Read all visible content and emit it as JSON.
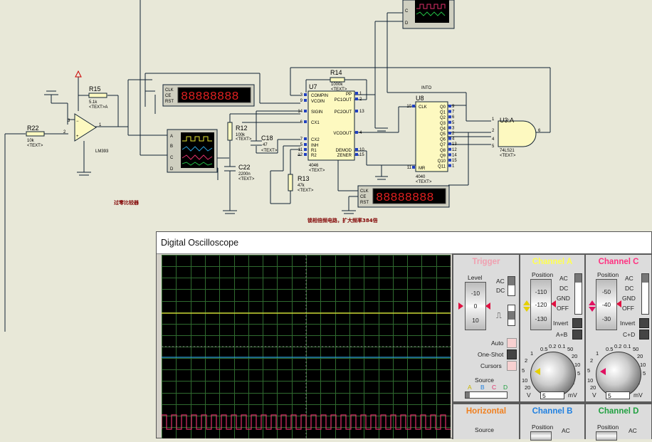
{
  "schematic": {
    "components": {
      "r22": {
        "ref": "R22",
        "value": "10k",
        "text": "<TEXT>"
      },
      "r15": {
        "ref": "R15",
        "value": "5.1k",
        "text": "<TEXT>A"
      },
      "u2": {
        "pin_plus": "3",
        "pin_minus": "2",
        "pin_out": "1",
        "part": "LM393"
      },
      "r12": {
        "ref": "R12",
        "value": "100k",
        "text": "<TEXT>"
      },
      "c18": {
        "ref": "C18",
        "value": "47",
        "text": "<TEXT>"
      },
      "c22": {
        "ref": "C22",
        "value": "2200n",
        "text": "<TEXT>"
      },
      "r13": {
        "ref": "R13",
        "value": "47k",
        "text": "<TEXT>"
      },
      "r14": {
        "ref": "R14",
        "value": "1000k",
        "text": "<TEXT>"
      },
      "u7": {
        "ref": "U7",
        "part": "4046",
        "text": "<TEXT>",
        "left_pins": [
          "COMPIN",
          "VCOIN",
          "SIGIN",
          "CX1",
          "CX2",
          "INH",
          "R1",
          "R2"
        ],
        "left_nums": [
          "3",
          "9",
          "14",
          "6",
          "7",
          "5",
          "11",
          "12"
        ],
        "right_pins": [
          "PP",
          "PC1OUT",
          "PC2OUT",
          "VCOOUT",
          "DEMOD",
          "ZENER"
        ],
        "right_nums": [
          "1",
          "2",
          "13",
          "4",
          "10",
          "15"
        ]
      },
      "u8": {
        "ref": "U8",
        "part": "4040",
        "text": "<TEXT>",
        "left_pins": [
          "CLK",
          "MR"
        ],
        "left_nums": [
          "10",
          "11"
        ],
        "right_pins": [
          "Q0",
          "Q1",
          "Q2",
          "Q3",
          "Q4",
          "Q5",
          "Q6",
          "Q7",
          "Q8",
          "Q9",
          "Q10",
          "Q11"
        ],
        "right_nums": [
          "9",
          "7",
          "6",
          "5",
          "3",
          "2",
          "4",
          "13",
          "12",
          "14",
          "15",
          "1"
        ]
      },
      "u3": {
        "ref": "U3:A",
        "part": "74LS21",
        "text": "<TEXT>",
        "pins": [
          "1",
          "2",
          "4",
          "5",
          "6"
        ]
      },
      "counter_labels": [
        "CLK",
        "CE",
        "RST"
      ],
      "scope_mini_labels": [
        "A",
        "B",
        "C",
        "D"
      ],
      "into": "INTO"
    },
    "notes": {
      "comparator": "过零比较器",
      "pll": "锁相倍频电路，扩大频率384倍"
    },
    "display": {
      "digits": "88888888"
    }
  },
  "oscilloscope": {
    "title": "Digital Oscilloscope",
    "trigger": {
      "header": "Trigger",
      "level_label": "Level",
      "level_ticks": [
        "-10",
        "0",
        "10"
      ],
      "ac": "AC",
      "dc": "DC",
      "auto": "Auto",
      "one_shot": "One-Shot",
      "cursors": "Cursors",
      "source_label": "Source",
      "source_options": [
        "A",
        "B",
        "C",
        "D"
      ]
    },
    "channel_a": {
      "header": "Channel A",
      "position_label": "Position",
      "position_ticks": [
        "-110",
        "-120",
        "-130"
      ],
      "coupling": [
        "AC",
        "DC",
        "GND",
        "OFF"
      ],
      "invert": "Invert",
      "math": "A+B",
      "dial_labels": [
        "0.5",
        "0.2",
        "0.1",
        "1",
        "50",
        "2",
        "20",
        "5",
        "10",
        "10",
        "5",
        "20",
        "2"
      ],
      "units": [
        "V",
        "mV"
      ],
      "value": "5"
    },
    "channel_c": {
      "header": "Channel C",
      "position_label": "Position",
      "position_ticks": [
        "-50",
        "-40",
        "-30"
      ],
      "coupling": [
        "AC",
        "DC",
        "GND",
        "OFF"
      ],
      "invert": "Invert",
      "math": "C+D",
      "dial_labels": [
        "0.5",
        "0.2",
        "0.1",
        "1",
        "50",
        "2",
        "20",
        "5",
        "10",
        "10",
        "5",
        "20",
        "2"
      ],
      "units": [
        "V",
        "mV"
      ],
      "value": "5"
    },
    "horizontal": {
      "header": "Horizontal",
      "source_label": "Source"
    },
    "channel_b": {
      "header": "Channel B",
      "position_label": "Position",
      "coupling_first": "AC"
    },
    "channel_d": {
      "header": "Channel D",
      "position_label": "Position",
      "coupling_first": "AC"
    },
    "colors": {
      "trace_a": "#e6e633",
      "trace_b": "#2aa0d8",
      "trace_c": "#e0306a",
      "trace_d": "#22bb44",
      "grid": "#2f6a2f",
      "trigger_header": "#f0a0b0",
      "channel_a_header": "#ffff50",
      "channel_c_header": "#ff3080",
      "horizontal_header": "#f08020",
      "channel_b_header": "#2080e0",
      "channel_d_header": "#20a040"
    }
  }
}
